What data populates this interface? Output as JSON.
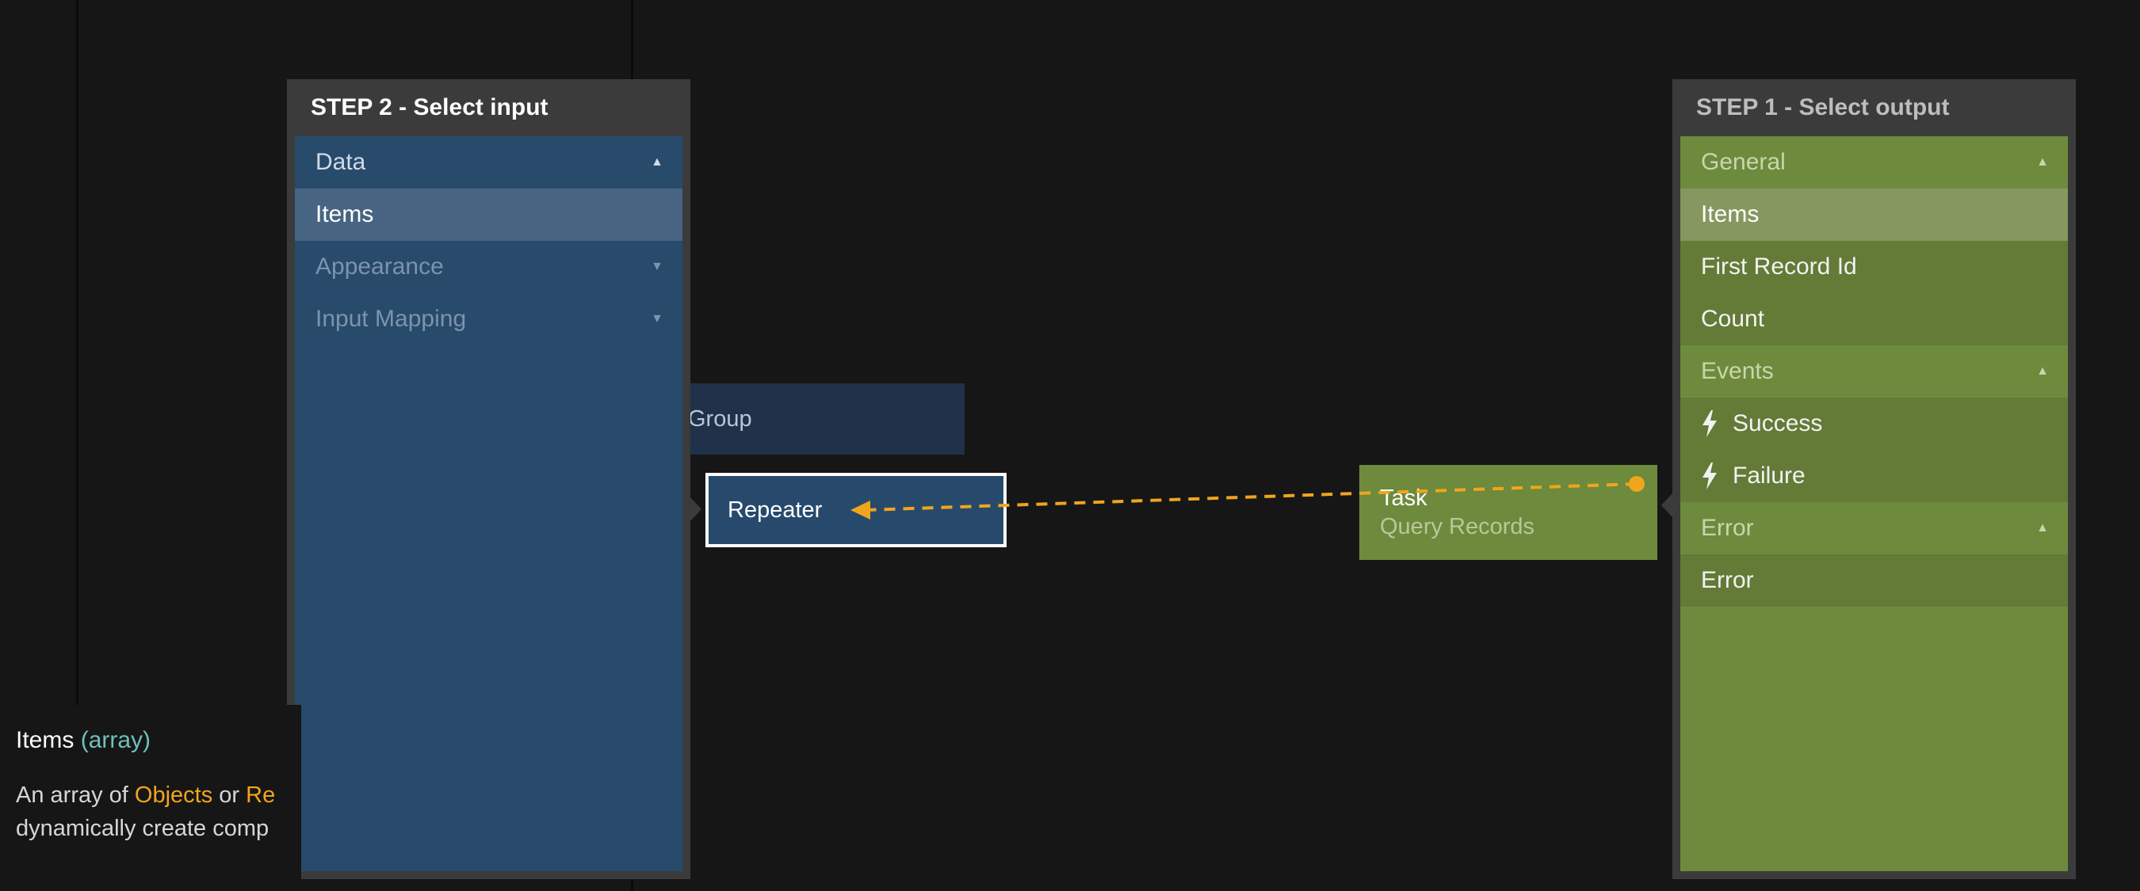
{
  "left_panel": {
    "title": "STEP 2 - Select input",
    "rows": [
      {
        "label": "Data",
        "kind": "section-open"
      },
      {
        "label": "Items",
        "kind": "item-selected"
      },
      {
        "label": "Appearance",
        "kind": "section-closed"
      },
      {
        "label": "Input Mapping",
        "kind": "section-closed"
      }
    ]
  },
  "right_panel": {
    "title": "STEP 1 - Select output",
    "rows": [
      {
        "label": "General",
        "kind": "section"
      },
      {
        "label": "Items",
        "kind": "item-selected"
      },
      {
        "label": "First Record Id",
        "kind": "item"
      },
      {
        "label": "Count",
        "kind": "item"
      },
      {
        "label": "Events",
        "kind": "section"
      },
      {
        "label": "Success",
        "kind": "event"
      },
      {
        "label": "Failure",
        "kind": "event"
      },
      {
        "label": "Error",
        "kind": "section"
      },
      {
        "label": "Error",
        "kind": "item"
      }
    ]
  },
  "canvas": {
    "group_label": "Group",
    "repeater_label": "Repeater",
    "task_title": "Task",
    "task_subtitle": "Query Records"
  },
  "tooltip": {
    "name": "Items",
    "type": "(array)",
    "line1_prefix": "An array of ",
    "line1_objects": "Objects",
    "line1_or": " or ",
    "line1_records": "Re",
    "line2": "dynamically create comp"
  },
  "colors": {
    "wire": "#f0a51e",
    "left_panel": "#284a6b",
    "right_panel": "#6e8a3c"
  },
  "icons": {
    "section_open": "chevron-up-icon",
    "section_closed": "chevron-down-icon",
    "event": "lightning-bolt-icon"
  }
}
